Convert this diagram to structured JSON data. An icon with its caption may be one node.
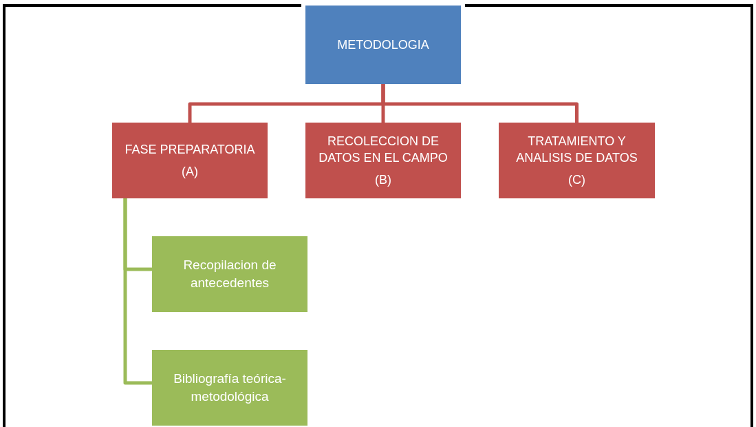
{
  "diagram": {
    "nodes": [
      {
        "text": [
          "METODOLOGIA"
        ]
      },
      {
        "text": [
          "FASE PREPARATORIA",
          "(A)"
        ]
      },
      {
        "text": [
          "RECOLECCION DE DATOS EN EL CAMPO",
          "(B)"
        ]
      },
      {
        "text": [
          "TRATAMIENTO Y ANALISIS DE DATOS",
          "(C)"
        ]
      },
      {
        "text": [
          "Recopilacion de antecedentes"
        ]
      },
      {
        "text": [
          "Bibliografía teórica-metodológica"
        ]
      }
    ],
    "edges": [
      {
        "from": 0,
        "to": 1,
        "arrow": "none",
        "color": "#c0504d"
      },
      {
        "from": 0,
        "to": 2,
        "arrow": "none",
        "color": "#c0504d"
      },
      {
        "from": 0,
        "to": 3,
        "arrow": "none",
        "color": "#c0504d"
      },
      {
        "from": 1,
        "to": 4,
        "arrow": "none",
        "color": "#9bbb59"
      },
      {
        "from": 1,
        "to": 5,
        "arrow": "none",
        "color": "#9bbb59"
      }
    ]
  }
}
